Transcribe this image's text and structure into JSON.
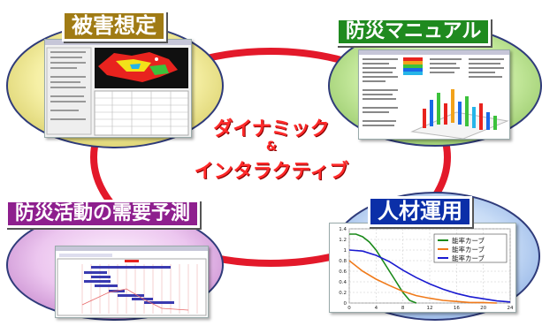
{
  "center": {
    "line1": "ダイナミック",
    "line2": "&",
    "line3": "インタラクティブ"
  },
  "nodes": {
    "damage": {
      "label": "被害想定",
      "color": "#a07b14"
    },
    "manual": {
      "label": "防災マニュアル",
      "color": "#1f8a1f"
    },
    "demand": {
      "label": "防災活動の需要予測",
      "color": "#8e1f8e"
    },
    "staff": {
      "label": "人材運用",
      "color": "#0b2fa8"
    }
  },
  "chart_data": {
    "type": "line",
    "title": "",
    "xlabel": "",
    "ylabel": "",
    "xlim": [
      0,
      24
    ],
    "ylim": [
      0,
      1.4
    ],
    "x_ticks": [
      "0",
      "4",
      "8",
      "12",
      "16",
      "20",
      "24"
    ],
    "y_ticks": [
      "0",
      "0.2",
      "0.4",
      "0.6",
      "0.8",
      "1",
      "1.2",
      "1.4"
    ],
    "legend": [
      "能率カーブ",
      "能率カーブ",
      "能率カーブ"
    ],
    "series": [
      {
        "name": "能率カーブ",
        "color": "#1a8a1a",
        "x": [
          0,
          1,
          2,
          3,
          4,
          5,
          6,
          7,
          8,
          9,
          10
        ],
        "values": [
          1.3,
          1.3,
          1.25,
          1.15,
          1.0,
          0.8,
          0.6,
          0.4,
          0.2,
          0.05,
          0
        ]
      },
      {
        "name": "能率カーブ",
        "color": "#f07a1a",
        "x": [
          0,
          2,
          4,
          6,
          8,
          10,
          12,
          14,
          16,
          18,
          20,
          22
        ],
        "values": [
          0.8,
          0.6,
          0.45,
          0.33,
          0.22,
          0.14,
          0.09,
          0.05,
          0.03,
          0.01,
          0.01,
          0
        ]
      },
      {
        "name": "能率カーブ",
        "color": "#1a1ad0",
        "x": [
          0,
          2,
          4,
          6,
          8,
          10,
          12,
          14,
          16,
          18,
          20,
          22,
          24
        ],
        "values": [
          1.0,
          0.98,
          0.9,
          0.78,
          0.62,
          0.48,
          0.36,
          0.26,
          0.18,
          0.12,
          0.08,
          0.04,
          0.02
        ]
      }
    ]
  }
}
